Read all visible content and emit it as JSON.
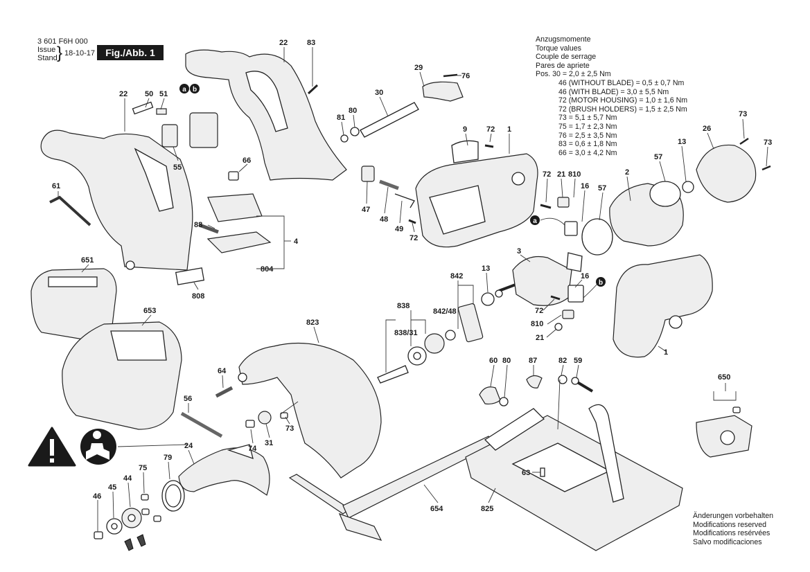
{
  "header": {
    "part_number": "3 601 F6H 000",
    "issue_label": "Issue",
    "stand_label": "Stand",
    "date": "18-10-17",
    "figure": "Fig./Abb. 1"
  },
  "torque": {
    "titles": [
      "Anzugsmomente",
      "Torque values",
      "Couple de serrage",
      "Pares de apriete"
    ],
    "first": "Pos. 30 = 2,0 ± 2,5 Nm",
    "values": [
      "46 (WITHOUT BLADE) = 0,5 ± 0,7 Nm",
      "46 (WITH BLADE) = 3,0 ± 5,5 Nm",
      "72 (MOTOR HOUSING) = 1,0 ± 1,6 Nm",
      "72 (BRUSH HOLDERS) = 1,5 ± 2,5 Nm",
      "73 = 5,1 ± 5,7 Nm",
      "75 = 1,7 ± 2,3 Nm",
      "76 = 2,5 ± 3,5 Nm",
      "83 = 0,6 ± 1,8 Nm",
      "66 = 3,0 ± 4,2 Nm"
    ]
  },
  "notice": [
    "Änderungen vorbehalten",
    "Modifications reserved",
    "Modifications resérvées",
    "Salvo modificaciones"
  ],
  "wire_markers": {
    "a": "a",
    "b": "b"
  },
  "labels": {
    "l22a": "22",
    "l22b": "22",
    "l83": "83",
    "l50": "50",
    "l51": "51",
    "l55": "55",
    "l61": "61",
    "l66": "66",
    "l4": "4",
    "l88": "88",
    "l804": "804",
    "l808": "808",
    "l29": "29",
    "l76": "76",
    "l30": "30",
    "l81": "81",
    "l80a": "80",
    "l9": "9",
    "l72a": "72",
    "l1a": "1",
    "l47": "47",
    "l48": "48",
    "l49": "49",
    "l72b": "72",
    "l72c": "72",
    "l21a": "21",
    "l810a": "810",
    "l16a": "16",
    "l57a": "57",
    "l2": "2",
    "l57b": "57",
    "l13a": "13",
    "l26": "26",
    "l73a": "73",
    "l73b": "73",
    "l651": "651",
    "l653": "653",
    "l3": "3",
    "l13b": "13",
    "l842": "842",
    "l84248": "842/48",
    "l838": "838",
    "l83831": "838/31",
    "l16b": "16",
    "l72d": "72",
    "l810b": "810",
    "l21b": "21",
    "l1b": "1",
    "l823": "823",
    "l64": "64",
    "l56": "56",
    "l74": "74",
    "l31": "31",
    "l73c": "73",
    "l24": "24",
    "l60": "60",
    "l80b": "80",
    "l87": "87",
    "l82": "82",
    "l59": "59",
    "l650": "650",
    "l79": "79",
    "l75": "75",
    "l44": "44",
    "l45": "45",
    "l46": "46",
    "l63": "63",
    "l654": "654",
    "l825": "825"
  }
}
